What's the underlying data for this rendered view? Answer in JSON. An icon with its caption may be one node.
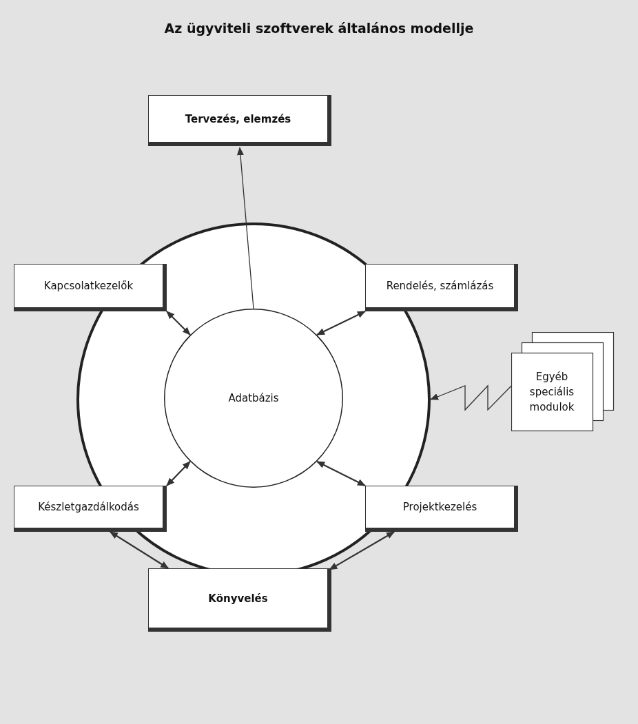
{
  "diagram": {
    "title": "Az ügyviteli szoftverek általános modellje",
    "nodes": [
      {
        "text": [
          "Tervezés, elemzés"
        ]
      },
      {
        "text": [],
        "shape": "circle"
      },
      {
        "text": [
          "Kapcsolatkezelők"
        ]
      },
      {
        "text": [
          "Rendelés, számlázás"
        ]
      },
      {
        "text": [
          "Adatbázis"
        ],
        "in": 1
      },
      {
        "text": [
          "Egyéb speciális modulok"
        ]
      },
      {
        "text": [
          "Készletgazdálkodás"
        ]
      },
      {
        "text": [
          "Projektkezelés"
        ]
      },
      {
        "text": [
          "Könyvelés"
        ]
      }
    ],
    "edges": [
      {
        "from": 4,
        "to": 0,
        "arrow": "to"
      },
      {
        "from": 2,
        "to": 4,
        "arrow": "both"
      },
      {
        "from": 3,
        "to": 4,
        "arrow": "both"
      },
      {
        "from": 5,
        "to": 1,
        "arrow": "to"
      },
      {
        "from": 6,
        "to": 4,
        "arrow": "both"
      },
      {
        "from": 7,
        "to": 4,
        "arrow": "both"
      },
      {
        "from": 6,
        "to": 8,
        "arrow": "both"
      },
      {
        "from": 7,
        "to": 8,
        "arrow": "both"
      }
    ]
  }
}
